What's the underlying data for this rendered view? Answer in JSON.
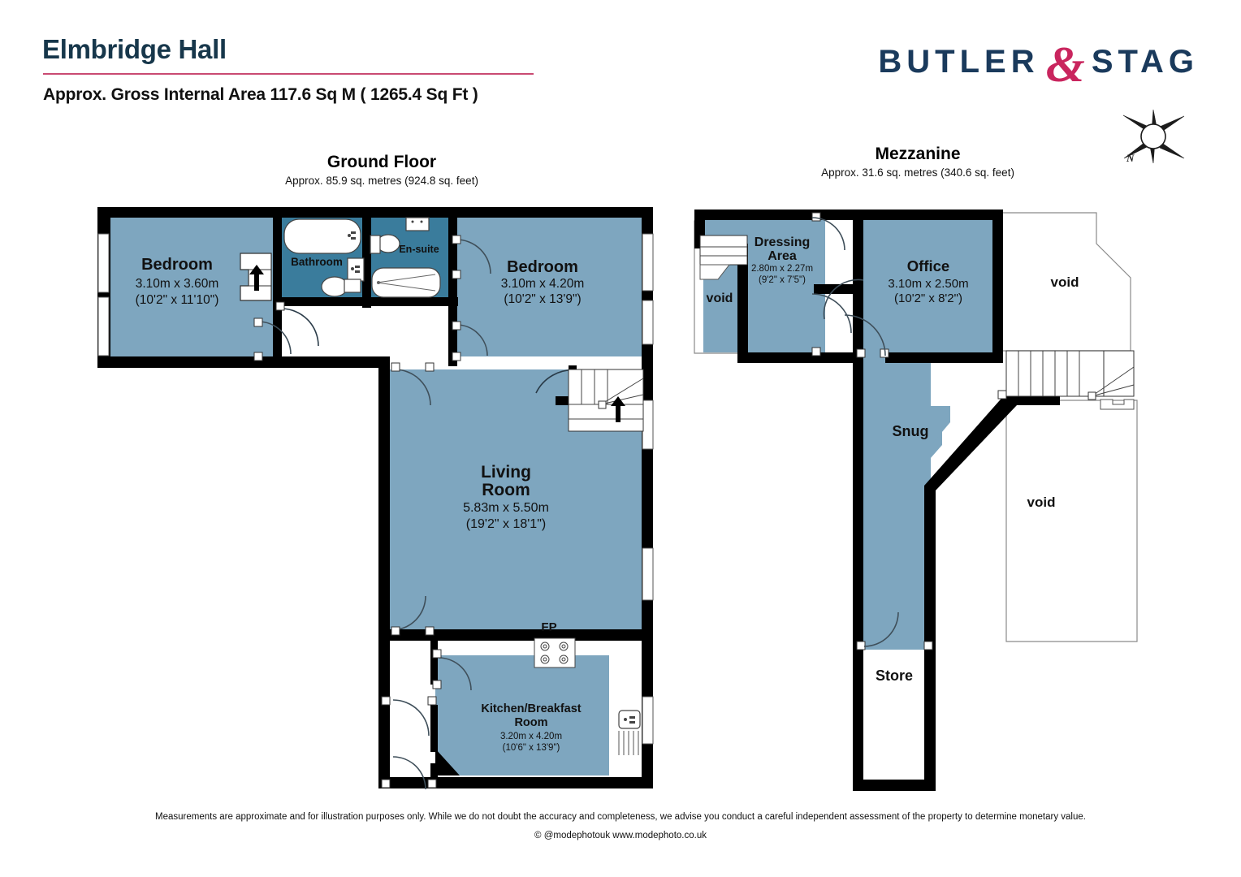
{
  "header": {
    "title": "Elmbridge Hall",
    "subtitle": "Approx. Gross Internal Area 117.6 Sq M ( 1265.4 Sq Ft )",
    "logo_left": "BUTLER",
    "logo_amp": "&",
    "logo_right": "STAG",
    "compass_label": "N"
  },
  "colors": {
    "room_fill": "#7ea6bf",
    "bath_fill": "#3a7c9c",
    "wall": "#000000",
    "brand_navy": "#1a3a5c",
    "brand_pink": "#c9255e",
    "rule_pink": "#c94a72",
    "title_navy": "#17374b",
    "void_outline": "#888888"
  },
  "floors": [
    {
      "id": "ground",
      "name": "Ground Floor",
      "area": "Approx. 85.9 sq. metres (924.8 sq. feet)",
      "rooms": [
        {
          "name": "Bedroom",
          "dim_m": "3.10m x 3.60m",
          "dim_ft": "(10'2\" x 11'10\")"
        },
        {
          "name": "Bathroom",
          "dim_m": "",
          "dim_ft": ""
        },
        {
          "name": "En-suite",
          "dim_m": "",
          "dim_ft": ""
        },
        {
          "name": "Bedroom",
          "dim_m": "3.10m x 4.20m",
          "dim_ft": "(10'2\" x 13'9\")"
        },
        {
          "name": "Living Room",
          "dim_m": "5.83m x 5.50m",
          "dim_ft": "(19'2\" x 18'1\")"
        },
        {
          "name": "Kitchen/Breakfast Room",
          "dim_m": "3.20m x 4.20m",
          "dim_ft": "(10'6\" x 13'9\")"
        }
      ],
      "annotations": [
        "FP"
      ]
    },
    {
      "id": "mezzanine",
      "name": "Mezzanine",
      "area": "Approx. 31.6 sq. metres (340.6 sq. feet)",
      "rooms": [
        {
          "name": "Dressing Area",
          "dim_m": "2.80m x 2.27m",
          "dim_ft": "(9'2\" x 7'5\")"
        },
        {
          "name": "Office",
          "dim_m": "3.10m x 2.50m",
          "dim_ft": "(10'2\" x 8'2\")"
        },
        {
          "name": "Snug",
          "dim_m": "",
          "dim_ft": ""
        },
        {
          "name": "Store",
          "dim_m": "",
          "dim_ft": ""
        }
      ],
      "annotations": [
        "void",
        "void",
        "void"
      ]
    }
  ],
  "labels": {
    "gf_bedroom_left_name": "Bedroom",
    "gf_bedroom_left_m": "3.10m x 3.60m",
    "gf_bedroom_left_ft": "(10'2\" x 11'10\")",
    "gf_bathroom": "Bathroom",
    "gf_ensuite": "En-suite",
    "gf_bedroom_right_name": "Bedroom",
    "gf_bedroom_right_m": "3.10m x 4.20m",
    "gf_bedroom_right_ft": "(10'2\" x 13'9\")",
    "gf_living_name_1": "Living",
    "gf_living_name_2": "Room",
    "gf_living_m": "5.83m x 5.50m",
    "gf_living_ft": "(19'2\" x 18'1\")",
    "gf_fp": "FP",
    "gf_kitchen_name_1": "Kitchen/Breakfast",
    "gf_kitchen_name_2": "Room",
    "gf_kitchen_m": "3.20m x 4.20m",
    "gf_kitchen_ft": "(10'6\" x 13'9\")",
    "mz_void_left": "void",
    "mz_dressing_1": "Dressing",
    "mz_dressing_2": "Area",
    "mz_dressing_m": "2.80m x 2.27m",
    "mz_dressing_ft": "(9'2\" x 7'5\")",
    "mz_office": "Office",
    "mz_office_m": "3.10m x 2.50m",
    "mz_office_ft": "(10'2\" x 8'2\")",
    "mz_void_topright": "void",
    "mz_snug": "Snug",
    "mz_void_bottomright": "void",
    "mz_store": "Store"
  },
  "footer": {
    "line1": "Measurements are approximate and for illustration purposes only.  While we do not doubt the accuracy and completeness, we advise you conduct a careful independent assessment of the property to determine monetary value.",
    "line2": "© @modephotouk www.modephoto.co.uk"
  }
}
